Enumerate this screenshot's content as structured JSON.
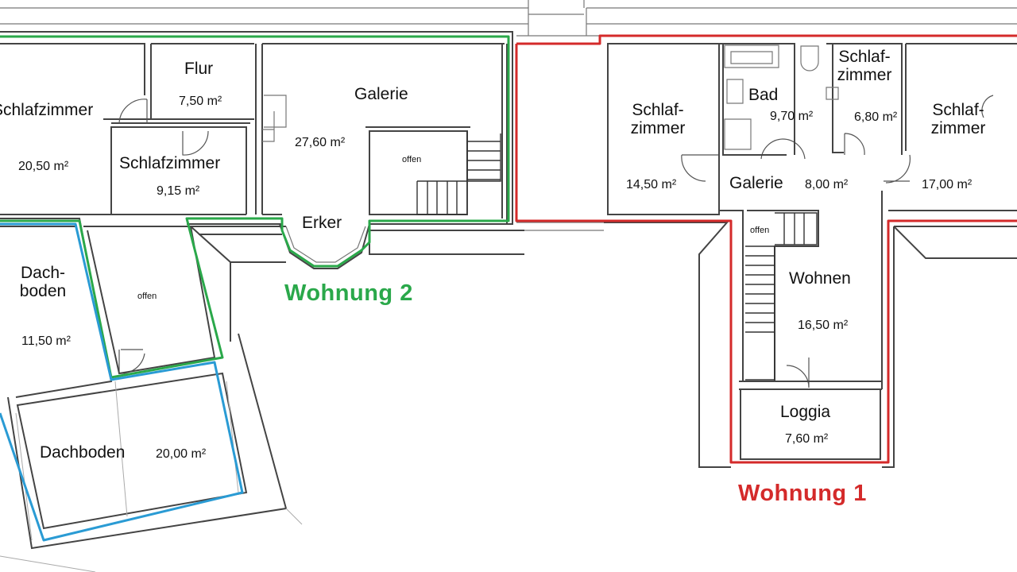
{
  "colors": {
    "wohnung1": "#d42a2a",
    "wohnung2": "#2aa84a",
    "dachboden": "#2a9bd4",
    "wall": "#444444"
  },
  "units": {
    "wohnung1": "Wohnung  1",
    "wohnung2": "Wohnung  2"
  },
  "rooms": {
    "schlafzimmer_left": {
      "name": "Schlafzimmer",
      "area": "20,50 m²"
    },
    "flur": {
      "name": "Flur",
      "area": "7,50 m²"
    },
    "schlafzimmer_small": {
      "name": "Schlafzimmer",
      "area": "9,15 m²"
    },
    "galerie_w2": {
      "name": "Galerie",
      "area": "27,60 m²"
    },
    "offen_w2": {
      "name": "offen"
    },
    "erker": {
      "name": "Erker"
    },
    "dachboden_upper": {
      "name_line1": "Dach-",
      "name_line2": "boden",
      "area": "11,50 m²"
    },
    "offen_mid": {
      "name": "offen"
    },
    "dachboden_lower": {
      "name": "Dachboden",
      "area": "20,00 m²"
    },
    "schlafzimmer_w1_left": {
      "name_line1": "Schlaf-",
      "name_line2": "zimmer",
      "area": "14,50 m²"
    },
    "bad": {
      "name": "Bad",
      "area": "9,70 m²"
    },
    "schlafzimmer_w1_mid": {
      "name_line1": "Schlaf-",
      "name_line2": "zimmer",
      "area": "6,80 m²"
    },
    "schlafzimmer_w1_right": {
      "name_line1": "Schlaf-",
      "name_line2": "zimmer",
      "area": "17,00 m²"
    },
    "galerie_w1": {
      "name": "Galerie",
      "area": "8,00 m²"
    },
    "offen_w1": {
      "name": "offen"
    },
    "wohnen": {
      "name": "Wohnen",
      "area": "16,50 m²"
    },
    "loggia": {
      "name": "Loggia",
      "area": "7,60 m²"
    }
  }
}
